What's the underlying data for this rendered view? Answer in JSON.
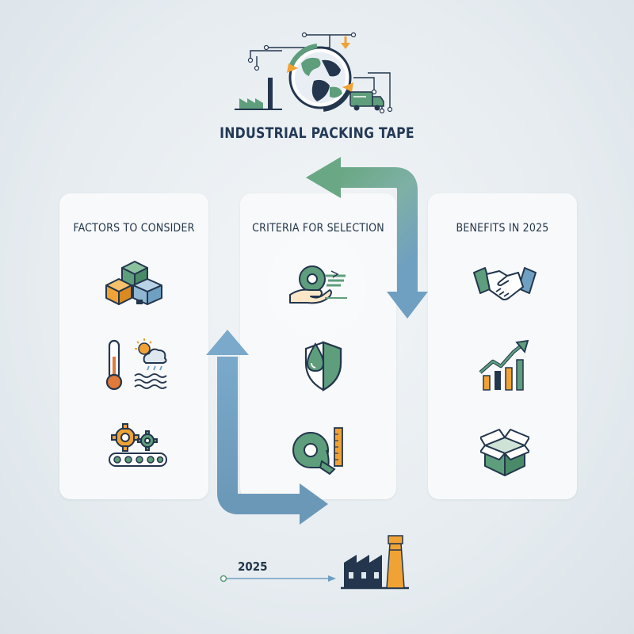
{
  "title": "INDUSTRIAL PACKING TAPE",
  "columns": [
    {
      "heading": "FACTORS TO CONSIDER",
      "icons": [
        "stacked-boxes-icon",
        "thermometer-weather-icon",
        "gears-conveyor-icon"
      ]
    },
    {
      "heading": "CRITERIA FOR SELECTION",
      "icons": [
        "hand-tape-roll-icon",
        "drop-shield-icon",
        "tape-roll-ruler-icon"
      ]
    },
    {
      "heading": "BENEFITS IN 2025",
      "icons": [
        "handshake-icon",
        "growth-chart-icon",
        "open-box-icon"
      ]
    }
  ],
  "timeline": {
    "year": "2025",
    "icon": "factory-icon"
  },
  "top_icon": "globe-supply-chain-icon",
  "colors": {
    "navy": "#1f3350",
    "green": "#5e9e7c",
    "blue": "#6f9fc1",
    "orange": "#f0a235",
    "background": "#e6ecf0"
  }
}
